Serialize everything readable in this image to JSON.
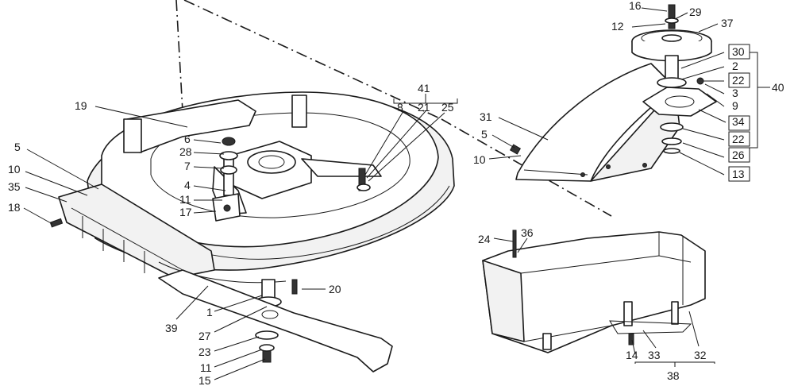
{
  "diagram": {
    "callouts": {
      "c16_top": "16",
      "c29": "29",
      "c37": "37",
      "c12": "12",
      "c30": "30",
      "c2": "2",
      "c22_a": "22",
      "c3": "3",
      "c9": "9",
      "c34": "34",
      "c22_b": "22",
      "c26": "26",
      "c13": "13",
      "c40": "40",
      "c31": "31",
      "c5_right": "5",
      "c10_right": "10",
      "c41": "41",
      "c8": "8",
      "c21": "21",
      "c25": "25",
      "c19": "19",
      "c6": "6",
      "c28": "28",
      "c7": "7",
      "c4": "4",
      "c11_left": "11",
      "c17": "17",
      "c5_left": "5",
      "c10_left": "10",
      "c35": "35",
      "c18": "18",
      "c20": "20",
      "c1": "1",
      "c39": "39",
      "c27": "27",
      "c23": "23",
      "c11_bottom": "11",
      "c15": "15",
      "c24": "24",
      "c36": "36",
      "c14": "14",
      "c33": "33",
      "c32": "32",
      "c38": "38"
    }
  }
}
